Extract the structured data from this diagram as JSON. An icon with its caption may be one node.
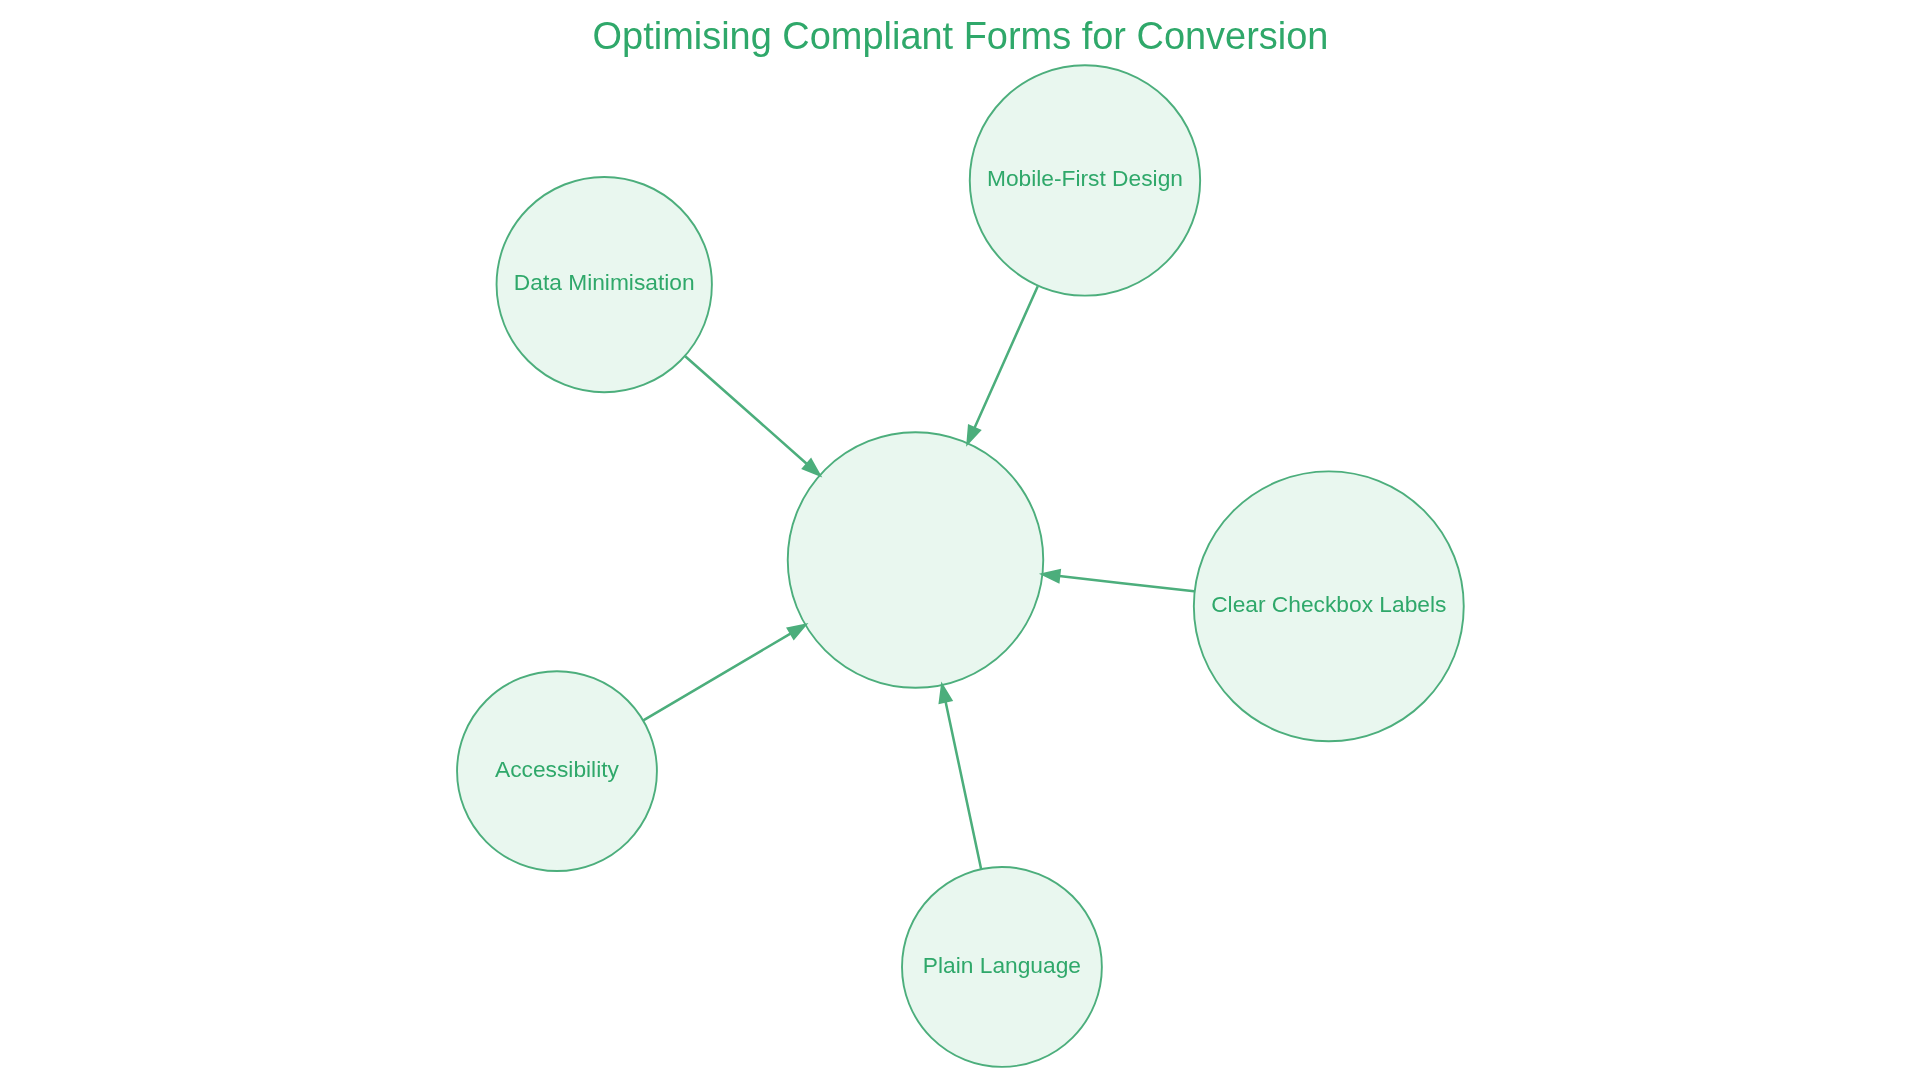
{
  "diagram": {
    "title": "Optimising Compliant Forms for Conversion",
    "nodes": [
      {
        "text": [
          "Data Minimisation"
        ]
      },
      {
        "text": [
          "Clear Checkbox Labels"
        ]
      },
      {
        "text": [
          "Plain Language"
        ]
      },
      {
        "text": [],
        "shape": "circle"
      },
      {
        "text": [
          "Mobile-First Design"
        ]
      },
      {
        "text": [
          "Accessibility"
        ]
      }
    ],
    "edges": [
      {
        "from": 0,
        "to": 3,
        "arrow": "to"
      },
      {
        "from": 1,
        "to": 3,
        "arrow": "to"
      },
      {
        "from": 2,
        "to": 3,
        "arrow": "to"
      },
      {
        "from": 4,
        "to": 3,
        "arrow": "to"
      },
      {
        "from": 5,
        "to": 3,
        "arrow": "to"
      }
    ]
  }
}
